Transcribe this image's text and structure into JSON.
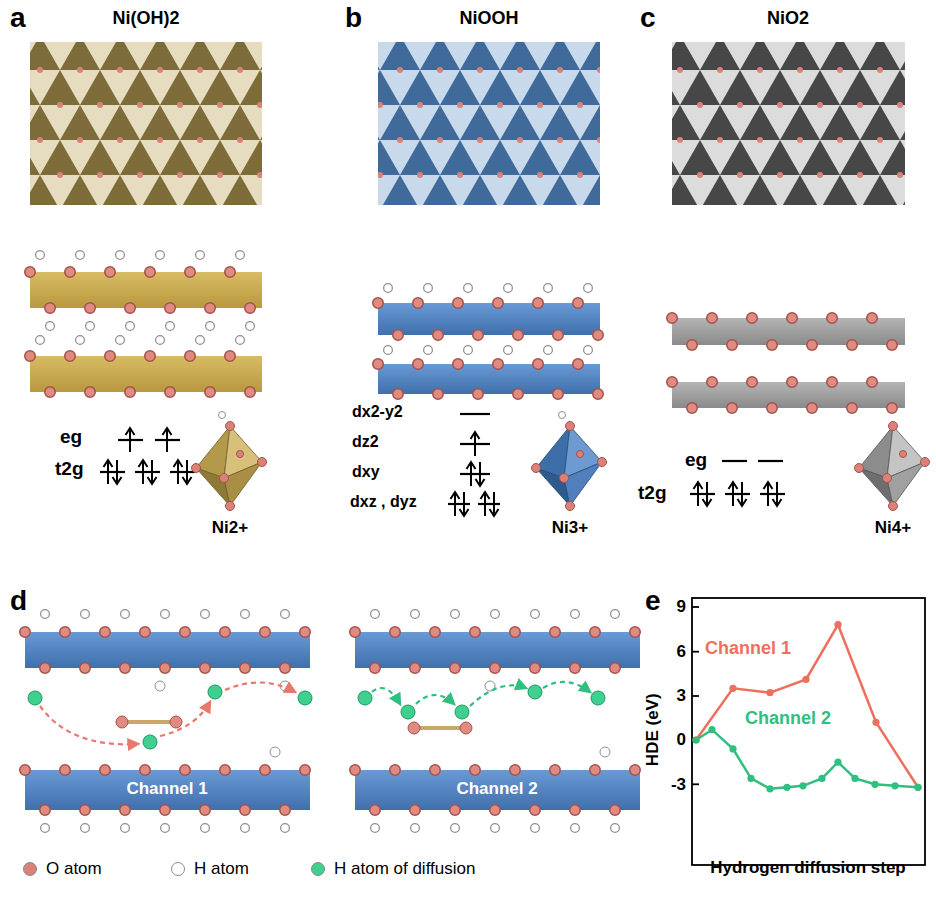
{
  "diagram": {
    "labels": [
      "a",
      "Ni(OH)2",
      "b",
      "NiOOH",
      "c",
      "NiO2",
      "eg",
      "t2g",
      "Ni2+",
      "dx2-y2",
      "dz2",
      "dxy",
      "dxz , dyz",
      "Ni3+",
      "eg",
      "t2g",
      "Ni4+",
      "d",
      "Channel 1",
      "Channel 2",
      "e",
      "Channel 1",
      "Channel 2",
      "HDE (eV)",
      "Hydrogen diffusion step",
      "9",
      "6",
      "3",
      "0",
      "-3"
    ],
    "legend": [
      {
        "text": "O atom",
        "color": "#d9827a"
      },
      {
        "text": "H atom",
        "color": "#ffffff"
      },
      {
        "text": "H atom of diffusion",
        "color": "#3fcf8e"
      }
    ]
  }
}
